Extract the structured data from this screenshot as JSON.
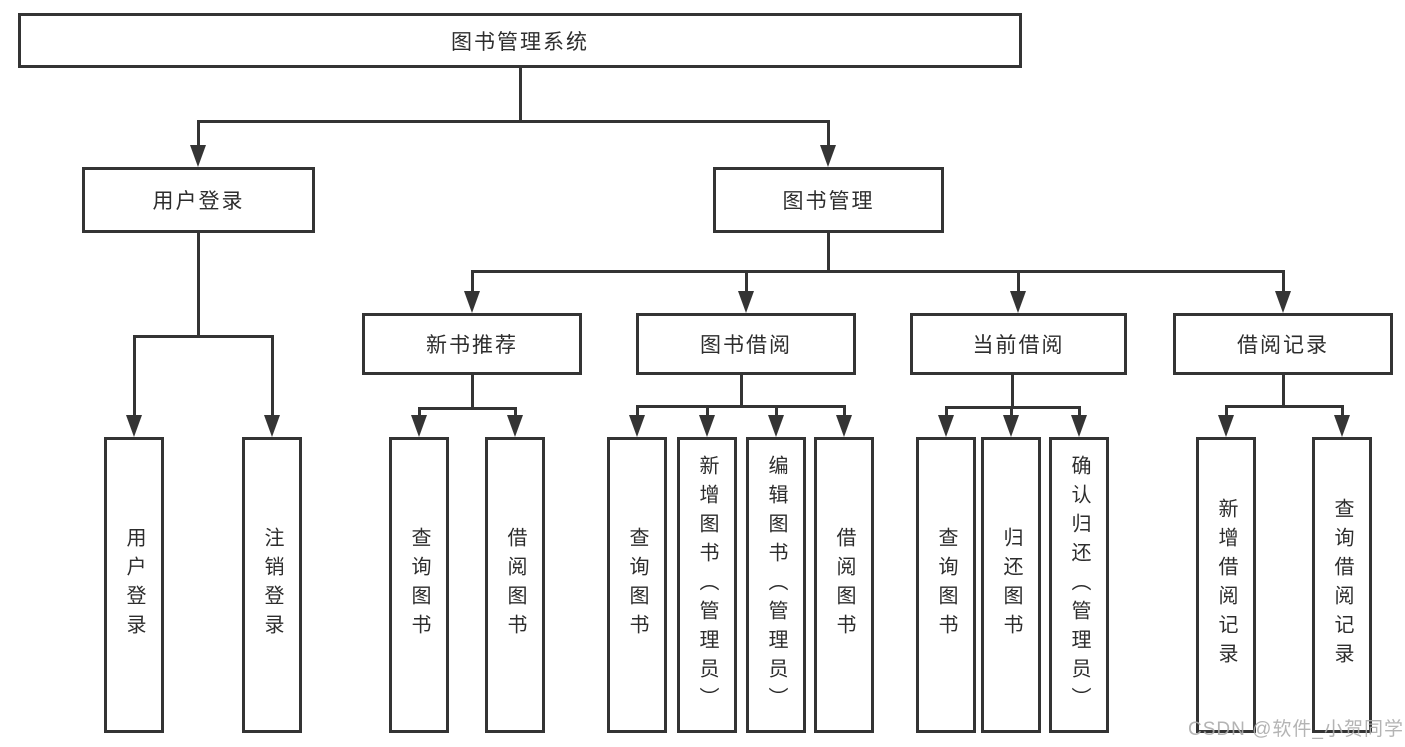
{
  "diagram": {
    "type": "tree",
    "orientation": "top-down",
    "colors": {
      "line": "#343434",
      "box_border": "#343434",
      "box_background": "#ffffff",
      "text": "#2d2d2d",
      "watermark": "#acacac"
    },
    "tree": {
      "root": {
        "label": "图书管理系统"
      },
      "branches": [
        {
          "label": "用户登录",
          "children": [
            {
              "label": "用户登录"
            },
            {
              "label": "注销登录"
            }
          ]
        },
        {
          "label": "图书管理",
          "children": [
            {
              "label": "新书推荐",
              "children": [
                {
                  "label": "查询图书"
                },
                {
                  "label": "借阅图书"
                }
              ]
            },
            {
              "label": "图书借阅",
              "children": [
                {
                  "label": "查询图书"
                },
                {
                  "label": "新增图书（管理员）"
                },
                {
                  "label": "编辑图书（管理员）"
                },
                {
                  "label": "借阅图书"
                }
              ]
            },
            {
              "label": "当前借阅",
              "children": [
                {
                  "label": "查询图书"
                },
                {
                  "label": "归还图书"
                },
                {
                  "label": "确认归还（管理员）"
                }
              ]
            },
            {
              "label": "借阅记录",
              "children": [
                {
                  "label": "新增借阅记录"
                },
                {
                  "label": "查询借阅记录"
                }
              ]
            }
          ]
        }
      ]
    },
    "watermark": {
      "text": "CSDN @软件_小贺同学"
    }
  }
}
